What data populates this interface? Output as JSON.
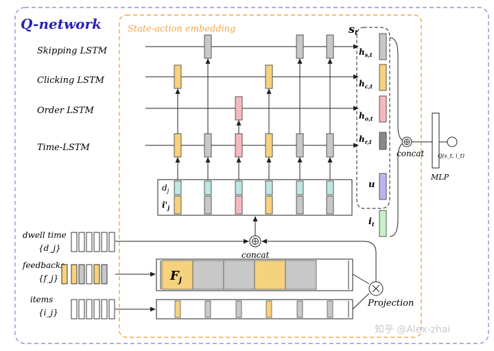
{
  "title": "Q-network",
  "embedding_title": "State-action embedding",
  "lstm_labels": [
    "Skipping LSTM",
    "Clicking LSTM",
    "Order LSTM",
    "Time-LSTM"
  ],
  "state_label": "s",
  "state_sub": "t",
  "h_labels": [
    {
      "main": "h",
      "sub": "s,t"
    },
    {
      "main": "h",
      "sub": "c,t"
    },
    {
      "main": "h",
      "sub": "o,t"
    },
    {
      "main": "h",
      "sub": "r,t"
    }
  ],
  "u_label": "u",
  "i_label": "i",
  "i_sub": "t",
  "concat_label": "concat",
  "concat_bottom_label": "concat",
  "projection_label": "Projection",
  "mlp_label": "MLP",
  "q_label": "Q(s_t, i_t)",
  "input_dj": "d",
  "input_dj_sub": "j",
  "input_ij": "i'",
  "input_ij_sub": "j",
  "fj_label": "F",
  "fj_sub": "j",
  "dwell_title": "dwell time",
  "dwell_set": "{d_j}",
  "feedbacks_title": "feedbacks",
  "feedbacks_set": "{f_j}",
  "items_title": "items",
  "items_set": "{i_j}",
  "watermark": "知乎 @Alex-zhai",
  "colors": {
    "skip": "#c8c8c8",
    "click": "#f6d27e",
    "order": "#f4b9c0",
    "time": "#c8c8c8",
    "teal": "#bde6e4",
    "u": "#b9b6ee",
    "it": "#c9efc7",
    "dark": "#8a8a8a",
    "frame_purple": "#9a8fd8",
    "frame_orange": "#f0a64a",
    "title_blue": "#2a22b8"
  },
  "timesteps": [
    {
      "skip": false,
      "click": true,
      "order": false,
      "time": "click",
      "input": "click"
    },
    {
      "skip": true,
      "click": false,
      "order": false,
      "time": "skip",
      "input": "skip"
    },
    {
      "skip": false,
      "click": false,
      "order": true,
      "time": "order",
      "input": "order"
    },
    {
      "skip": false,
      "click": true,
      "order": false,
      "time": "click",
      "input": "click"
    },
    {
      "skip": true,
      "click": false,
      "order": false,
      "time": "skip",
      "input": "skip"
    },
    {
      "skip": true,
      "click": false,
      "order": false,
      "time": "skip",
      "input": "skip"
    }
  ],
  "feedback_boxes": [
    "click",
    "skip",
    "skip",
    "click",
    "skip"
  ],
  "fj_segments": [
    "click",
    "skip",
    "skip",
    "click",
    "skip"
  ],
  "item_marks": [
    "click",
    "skip",
    "skip",
    "click",
    "skip",
    "skip"
  ]
}
